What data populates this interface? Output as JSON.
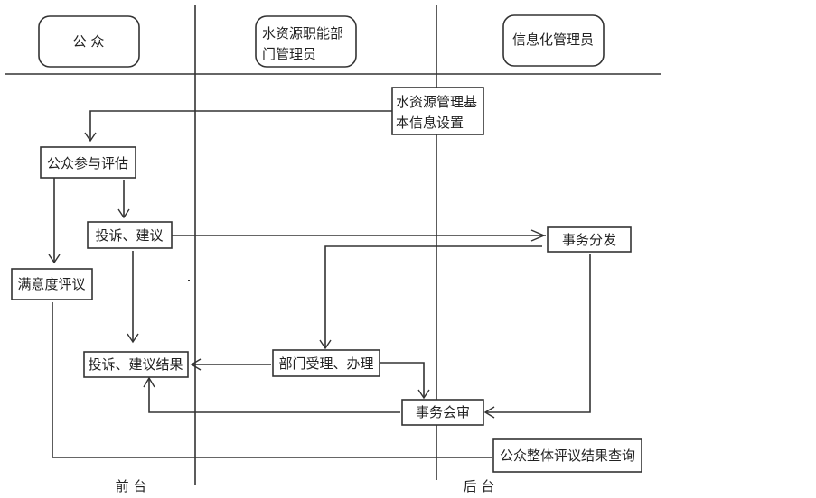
{
  "lanes": {
    "public": "公 众",
    "department_line1": "水资源职能部",
    "department_line2": "门管理员",
    "it_admin": "信息化管理员"
  },
  "nodes": {
    "basic_setup_line1": "水资源管理基",
    "basic_setup_line2": "本信息设置",
    "public_eval": "公众参与评估",
    "complaint": "投诉、建议",
    "satisfaction": "满意度评议",
    "dispatch": "事务分发",
    "dept_handle": "部门受理、办理",
    "complaint_result": "投诉、建议结果",
    "joint_review": "事务会审",
    "overall_query": "公众整体评议结果查询"
  },
  "footer": {
    "front": "前 台",
    "back": "后 台"
  }
}
